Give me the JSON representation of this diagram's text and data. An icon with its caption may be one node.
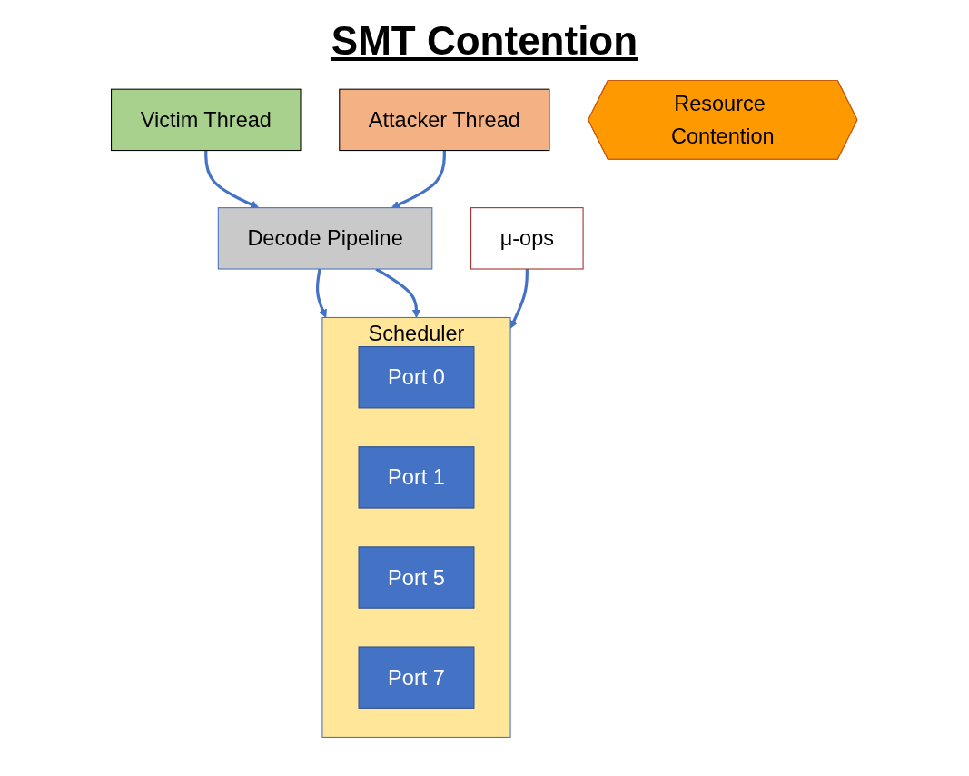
{
  "diagram": {
    "title": "SMT Contention",
    "nodes": [
      {
        "text": [
          "Victim Thread"
        ]
      },
      {
        "text": [
          "Decode Pipeline"
        ]
      },
      {
        "text": [
          "Attacker Thread"
        ]
      },
      {
        "text": [
          "μ-ops"
        ]
      },
      {
        "text": [
          "Scheduler"
        ]
      },
      {
        "text": [
          "Port 0"
        ],
        "in": 4
      },
      {
        "text": [
          "Port 1"
        ],
        "in": 4
      },
      {
        "text": [
          "Port 5"
        ],
        "in": 4
      },
      {
        "text": [
          "Port 7"
        ],
        "in": 4
      },
      {
        "text": [
          "Resource Contention"
        ]
      }
    ],
    "edges": [
      {
        "from": 0,
        "to": 1,
        "arrow": "to"
      },
      {
        "from": 2,
        "to": 1,
        "arrow": "to"
      },
      {
        "from": 1,
        "to": 4,
        "arrow": "to"
      },
      {
        "from": 3,
        "to": 4,
        "arrow": "to"
      },
      {
        "from": 1,
        "to": 4,
        "arrow": "to"
      }
    ]
  }
}
